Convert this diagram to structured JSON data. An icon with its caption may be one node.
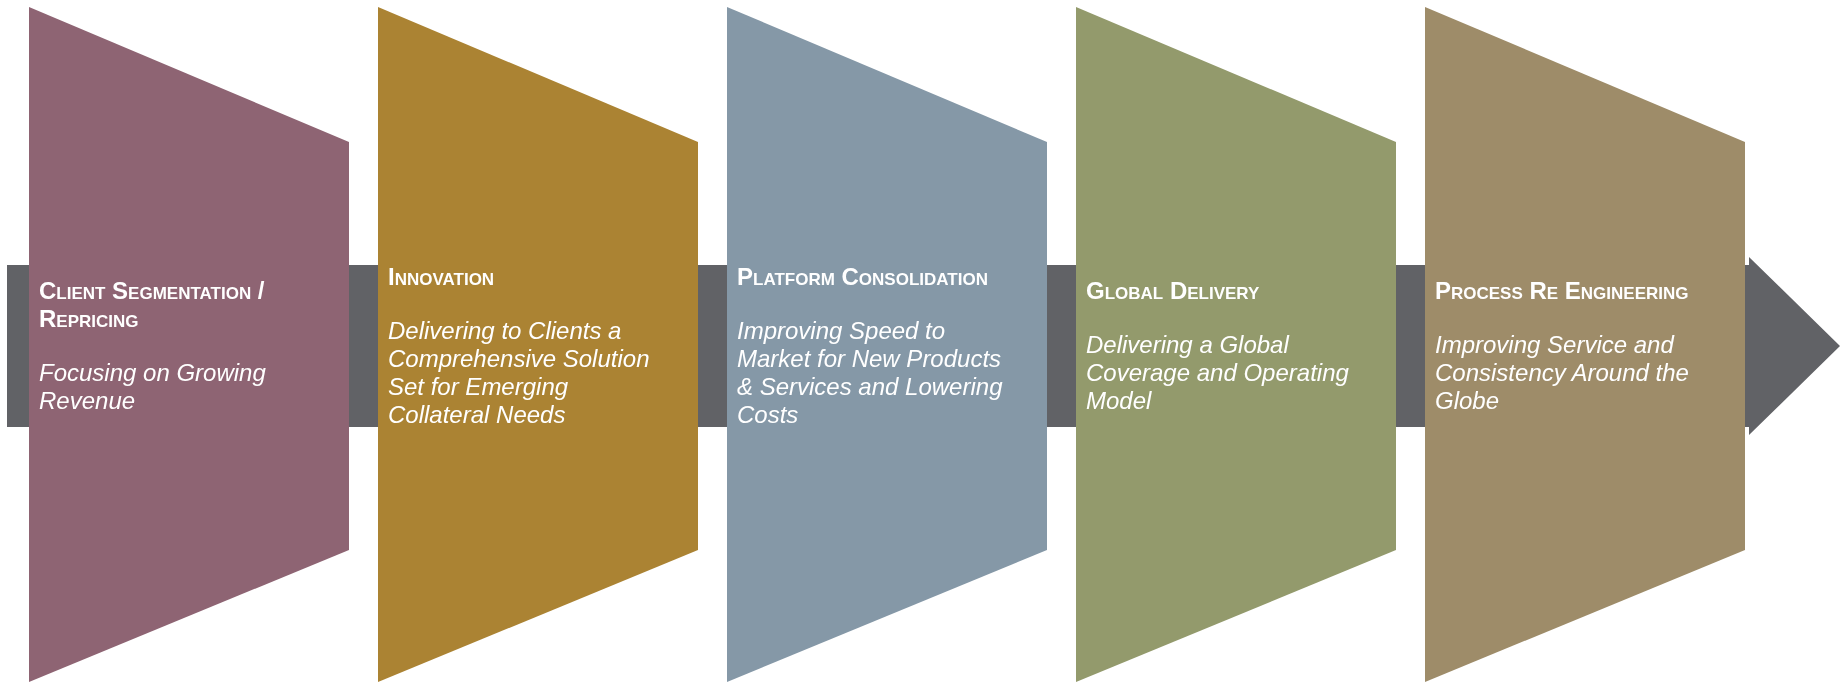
{
  "diagram": {
    "nodes": [
      {
        "text": [
          "Client Segmentation / Repricing",
          "Focusing on Growing Revenue"
        ]
      },
      {
        "text": [
          "Innovation",
          "Delivering to Clients a Comprehensive Solution Set for Emerging Collateral Needs"
        ]
      },
      {
        "text": [
          "Platform Consolidation",
          "Improving Speed to Market for New Products & Services and Lowering Costs"
        ]
      },
      {
        "text": [
          "Global Delivery",
          "Delivering a Global Coverage and Operating Model"
        ]
      },
      {
        "text": [
          "Process Re Engineering",
          "Improving Service and Consistency Around the Globe"
        ]
      }
    ],
    "edges": [
      {
        "from": null,
        "to": 0,
        "arrow": "none"
      },
      {
        "from": 0,
        "to": 1,
        "arrow": "none"
      },
      {
        "from": 1,
        "to": 2,
        "arrow": "none"
      },
      {
        "from": 2,
        "to": 3,
        "arrow": "none"
      },
      {
        "from": 3,
        "to": 4,
        "arrow": "none"
      },
      {
        "from": 4,
        "to": null,
        "arrow": "to"
      }
    ]
  }
}
